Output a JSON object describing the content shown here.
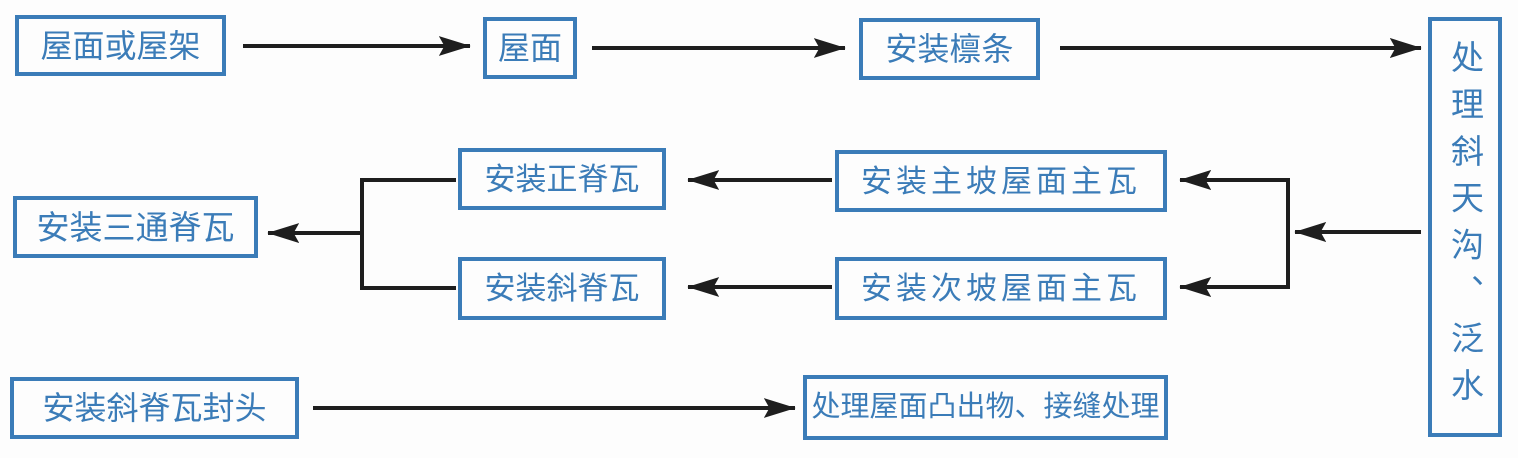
{
  "diagram": {
    "type": "flowchart",
    "language": "zh",
    "nodes": {
      "roof_or_truss": {
        "label": "屋面或屋架"
      },
      "roof": {
        "label": "屋面"
      },
      "install_purlins": {
        "label": "安装檩条"
      },
      "treat_valley": {
        "label": "处理斜天沟、泛水"
      },
      "install_main_slope": {
        "label": "安装主坡屋面主瓦"
      },
      "install_sec_slope": {
        "label": "安装次坡屋面主瓦"
      },
      "install_main_ridge": {
        "label": "安装正脊瓦"
      },
      "install_hip_ridge": {
        "label": "安装斜脊瓦"
      },
      "install_three_way": {
        "label": "安装三通脊瓦"
      },
      "install_hip_end": {
        "label": "安装斜脊瓦封头"
      },
      "treat_protrusions": {
        "label": "处理屋面凸出物、接缝处理"
      }
    },
    "edges": [
      {
        "from": "roof_or_truss",
        "to": "roof"
      },
      {
        "from": "roof",
        "to": "install_purlins"
      },
      {
        "from": "install_purlins",
        "to": "treat_valley"
      },
      {
        "from": "treat_valley",
        "to": "install_main_slope"
      },
      {
        "from": "treat_valley",
        "to": "install_sec_slope"
      },
      {
        "from": "install_main_slope",
        "to": "install_main_ridge"
      },
      {
        "from": "install_sec_slope",
        "to": "install_hip_ridge"
      },
      {
        "from": "install_main_ridge",
        "to": "install_three_way"
      },
      {
        "from": "install_hip_ridge",
        "to": "install_three_way"
      },
      {
        "from": "install_hip_end",
        "to": "treat_protrusions"
      }
    ],
    "colors": {
      "box_border": "#3b7cb8",
      "box_text": "#3b7cb8",
      "arrow": "#1e1e1e",
      "background": "#fdfdfd"
    }
  }
}
